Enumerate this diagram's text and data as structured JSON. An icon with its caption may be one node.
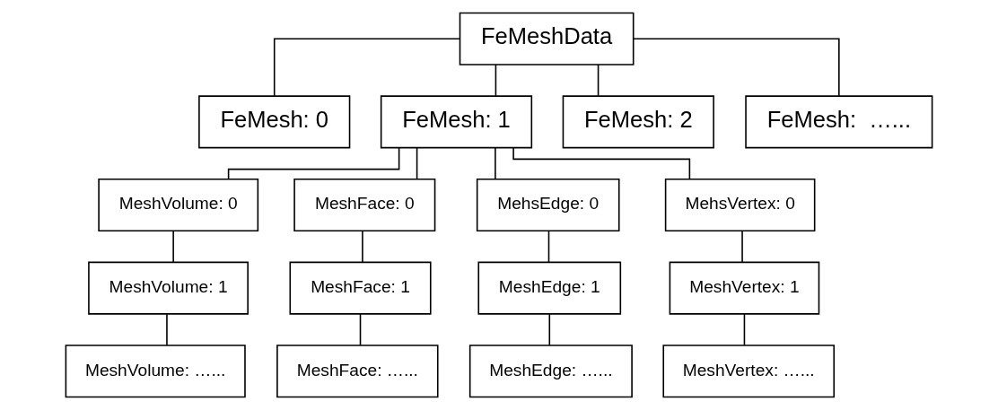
{
  "diagram": {
    "nodes": [
      {
        "text": [
          "FeMeshData"
        ]
      },
      {
        "text": [
          "FeMesh: 0"
        ]
      },
      {
        "text": [
          "FeMesh: 1"
        ]
      },
      {
        "text": [
          "FeMesh: 2"
        ]
      },
      {
        "text": [
          "FeMesh:  …..."
        ]
      },
      {
        "text": [
          "MeshVolume: 0"
        ]
      },
      {
        "text": [
          "MeshVolume: 1"
        ]
      },
      {
        "text": [
          "MeshVolume: …..."
        ]
      },
      {
        "text": [
          "MeshFace: 0"
        ]
      },
      {
        "text": [
          "MeshFace: 1"
        ]
      },
      {
        "text": [
          "MeshFace: …..."
        ]
      },
      {
        "text": [
          "MehsEdge: 0"
        ]
      },
      {
        "text": [
          "MeshEdge: 1"
        ]
      },
      {
        "text": [
          "MeshEdge: …..."
        ]
      },
      {
        "text": [
          "MehsVertex: 0"
        ]
      },
      {
        "text": [
          "MeshVertex: 1"
        ]
      },
      {
        "text": [
          "MeshVertex: …..."
        ]
      }
    ],
    "edges": [
      {
        "from": 0,
        "to": 1,
        "arrow": "none"
      },
      {
        "from": 0,
        "to": 2,
        "arrow": "none"
      },
      {
        "from": 0,
        "to": 3,
        "arrow": "none"
      },
      {
        "from": 0,
        "to": 4,
        "arrow": "none"
      },
      {
        "from": 2,
        "to": 5,
        "arrow": "none"
      },
      {
        "from": 2,
        "to": 8,
        "arrow": "none"
      },
      {
        "from": 2,
        "to": 11,
        "arrow": "none"
      },
      {
        "from": 2,
        "to": 14,
        "arrow": "none"
      },
      {
        "from": 5,
        "to": 6,
        "arrow": "none"
      },
      {
        "from": 6,
        "to": 7,
        "arrow": "none"
      },
      {
        "from": 8,
        "to": 9,
        "arrow": "none"
      },
      {
        "from": 9,
        "to": 10,
        "arrow": "none"
      },
      {
        "from": 11,
        "to": 12,
        "arrow": "none"
      },
      {
        "from": 12,
        "to": 13,
        "arrow": "none"
      },
      {
        "from": 14,
        "to": 15,
        "arrow": "none"
      },
      {
        "from": 15,
        "to": 16,
        "arrow": "none"
      }
    ]
  }
}
